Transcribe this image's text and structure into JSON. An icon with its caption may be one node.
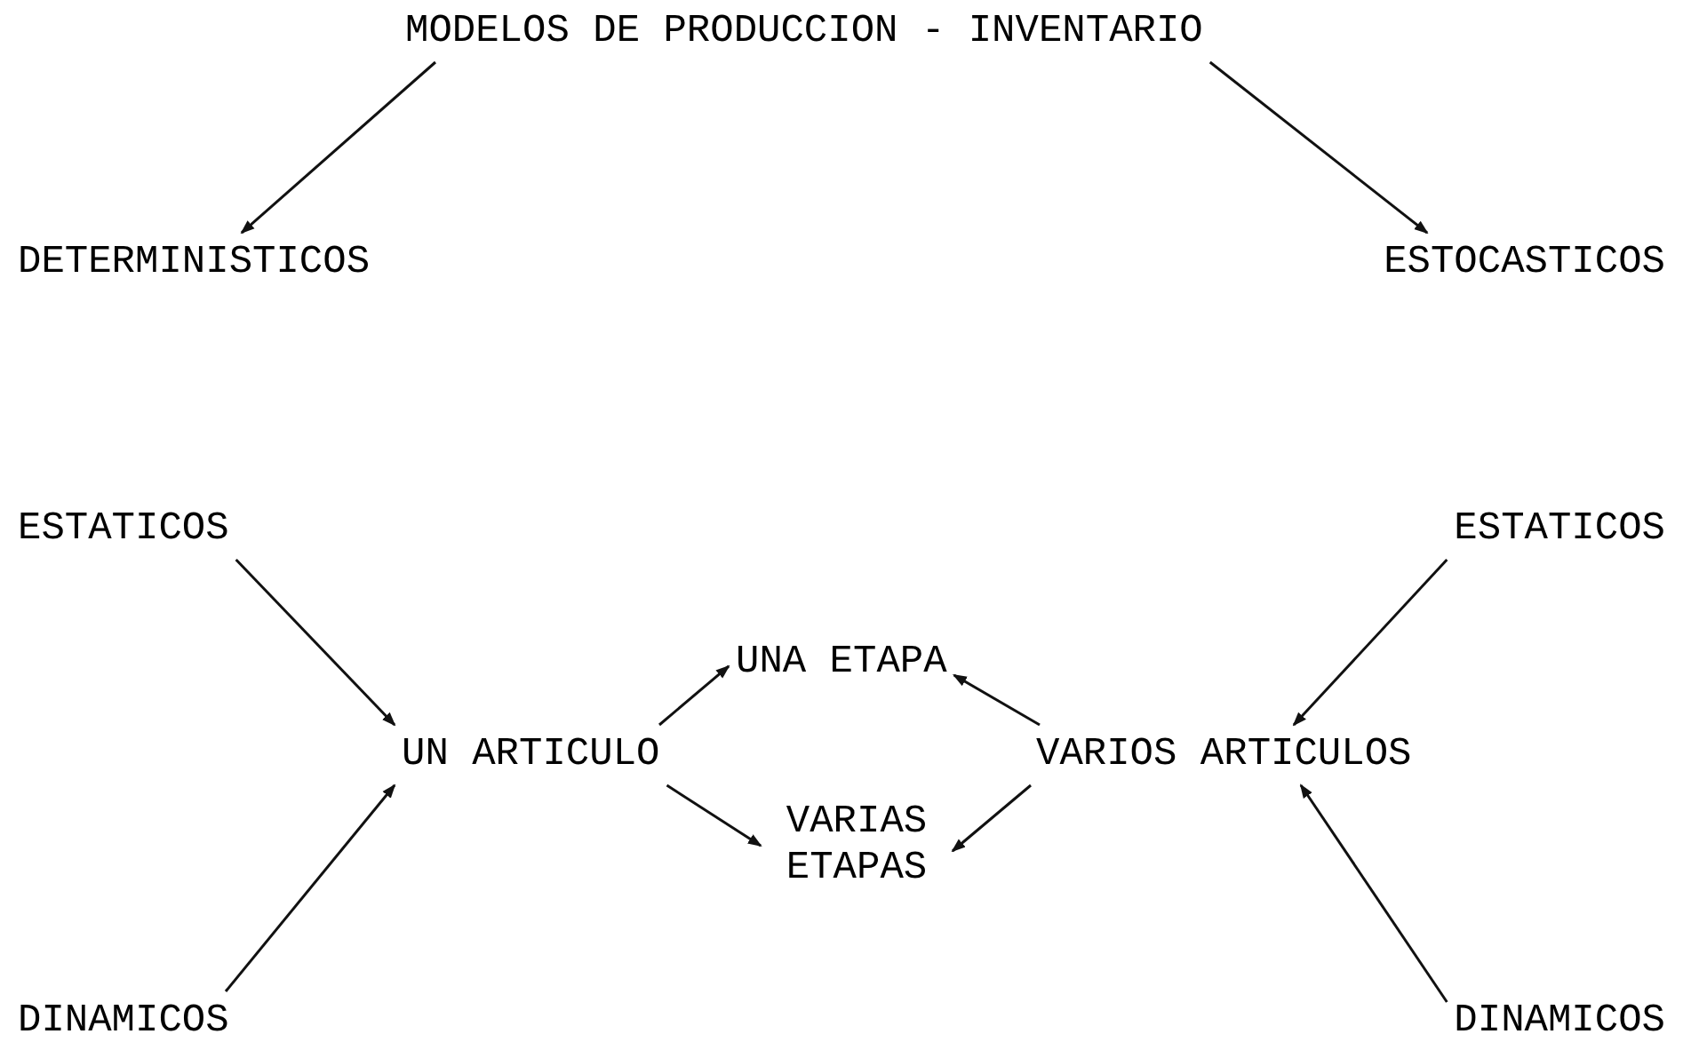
{
  "diagram": {
    "nodes": [
      {
        "text": [
          "MODELOS DE PRODUCCION - INVENTARIO"
        ]
      },
      {
        "text": [
          "DETERMINISTICOS"
        ]
      },
      {
        "text": [
          "ESTOCASTICOS"
        ]
      },
      {
        "text": [
          "ESTATICOS"
        ]
      },
      {
        "text": [
          "ESTATICOS"
        ]
      },
      {
        "text": [
          "UN ARTICULO"
        ]
      },
      {
        "text": [
          "UNA ETAPA"
        ]
      },
      {
        "text": [
          "VARIOS ARTICULOS"
        ]
      },
      {
        "text": [
          "VARIAS ETAPAS"
        ]
      },
      {
        "text": [
          "DINAMICOS"
        ]
      },
      {
        "text": [
          "DINAMICOS"
        ]
      }
    ],
    "edges": [
      {
        "from": 0,
        "to": 1,
        "arrow": "to"
      },
      {
        "from": 0,
        "to": 2,
        "arrow": "to"
      },
      {
        "from": 3,
        "to": 5,
        "arrow": "to"
      },
      {
        "from": 9,
        "to": 5,
        "arrow": "to"
      },
      {
        "from": 5,
        "to": 6,
        "arrow": "to"
      },
      {
        "from": 5,
        "to": 8,
        "arrow": "to"
      },
      {
        "from": 7,
        "to": 6,
        "arrow": "to"
      },
      {
        "from": 7,
        "to": 8,
        "arrow": "to"
      },
      {
        "from": 4,
        "to": 7,
        "arrow": "to"
      },
      {
        "from": 10,
        "to": 7,
        "arrow": "to"
      }
    ]
  }
}
